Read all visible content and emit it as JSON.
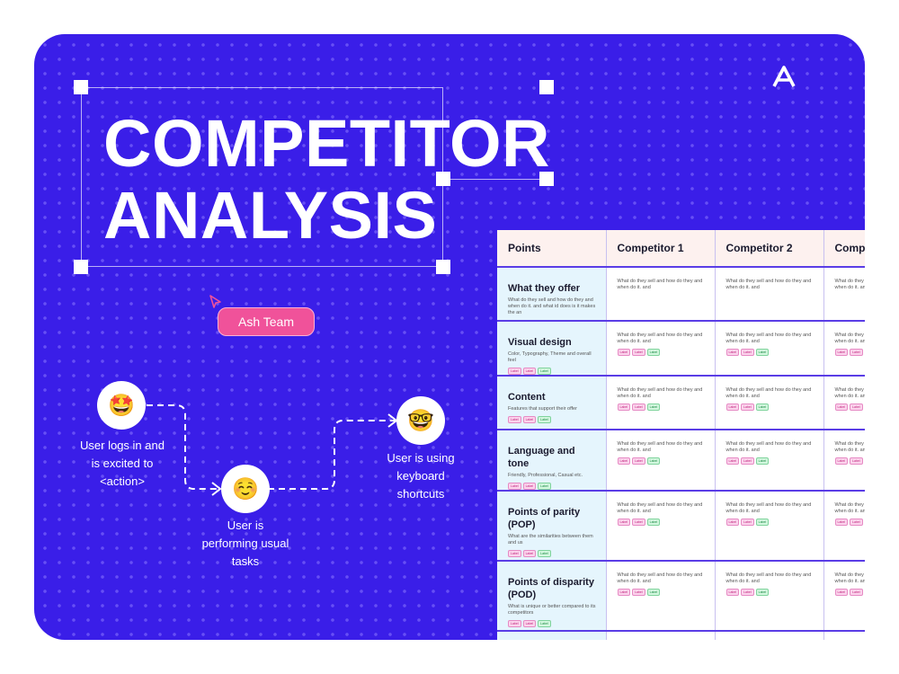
{
  "title": {
    "line1": "COMPETITOR",
    "line2": "ANALYSIS"
  },
  "team_label": "Ash Team",
  "colors": {
    "background": "#3a1ee8",
    "pill": "#f0529a",
    "table_header": "#fdf1ef",
    "points_column": "#e5f5fd",
    "row_border": "#5a3de6"
  },
  "logo_icon": "a-logo-icon",
  "user_flow": [
    {
      "emoji": "🤩",
      "icon": "star-struck-emoji-icon",
      "label_lines": [
        "User logs in and",
        "is excited to",
        "<action>"
      ]
    },
    {
      "emoji": "☺️",
      "icon": "smiling-emoji-icon",
      "label_lines": [
        "User is",
        "performing usual",
        "tasks"
      ]
    },
    {
      "emoji": "🤓",
      "icon": "nerd-emoji-icon",
      "label_lines": [
        "User is using",
        "keyboard",
        "shortcuts"
      ]
    }
  ],
  "table": {
    "headers": [
      "Points",
      "Competitor 1",
      "Competitor 2",
      "Compe"
    ],
    "cell_text": "What do they sell and how do they and when do it. and",
    "cell_text_truncated": "What do they sell and how do they and when do it. an",
    "tag_labels": [
      "Label",
      "Label",
      "Label"
    ],
    "rows": [
      {
        "title": "What they offer",
        "desc": "What do they sell and how do they and when do it. and what id does is it makes the an",
        "tags": false,
        "height": 60
      },
      {
        "title": "Visual design",
        "desc": "Color, Typography, Theme and overall feel",
        "tags": true,
        "height": 60
      },
      {
        "title": "Content",
        "desc": "Features that support their offer",
        "tags": true,
        "height": 60
      },
      {
        "title": "Language and tone",
        "desc": "Friendly, Professional, Casual etc.",
        "tags": true,
        "height": 58
      },
      {
        "title": "Points of parity (POP)",
        "desc": "What are the similarities between them and us",
        "tags": true,
        "height": 78
      },
      {
        "title": "Points of disparity (POD)",
        "desc": "What is unique or better compared to its competitors",
        "tags": true,
        "height": 78
      },
      {
        "title": "Constraints",
        "desc": "",
        "tags": false,
        "height": 40
      }
    ]
  }
}
